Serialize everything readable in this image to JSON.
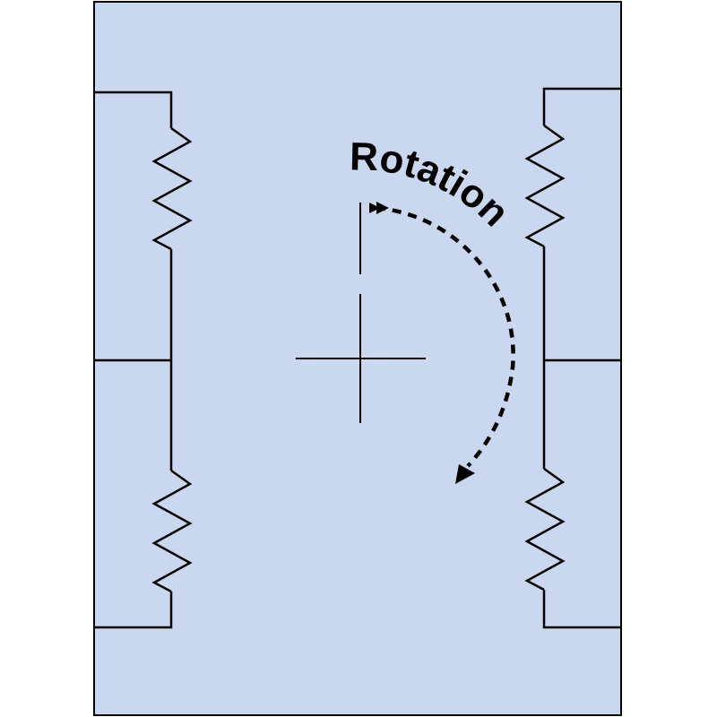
{
  "diagram": {
    "rotation_label": "Rotation",
    "colors": {
      "frame_fill": "#c9d8ee",
      "line": "#000000"
    },
    "springs": [
      {
        "name": "left-upper-spring"
      },
      {
        "name": "left-lower-spring"
      },
      {
        "name": "right-upper-spring"
      },
      {
        "name": "right-lower-spring"
      }
    ]
  }
}
